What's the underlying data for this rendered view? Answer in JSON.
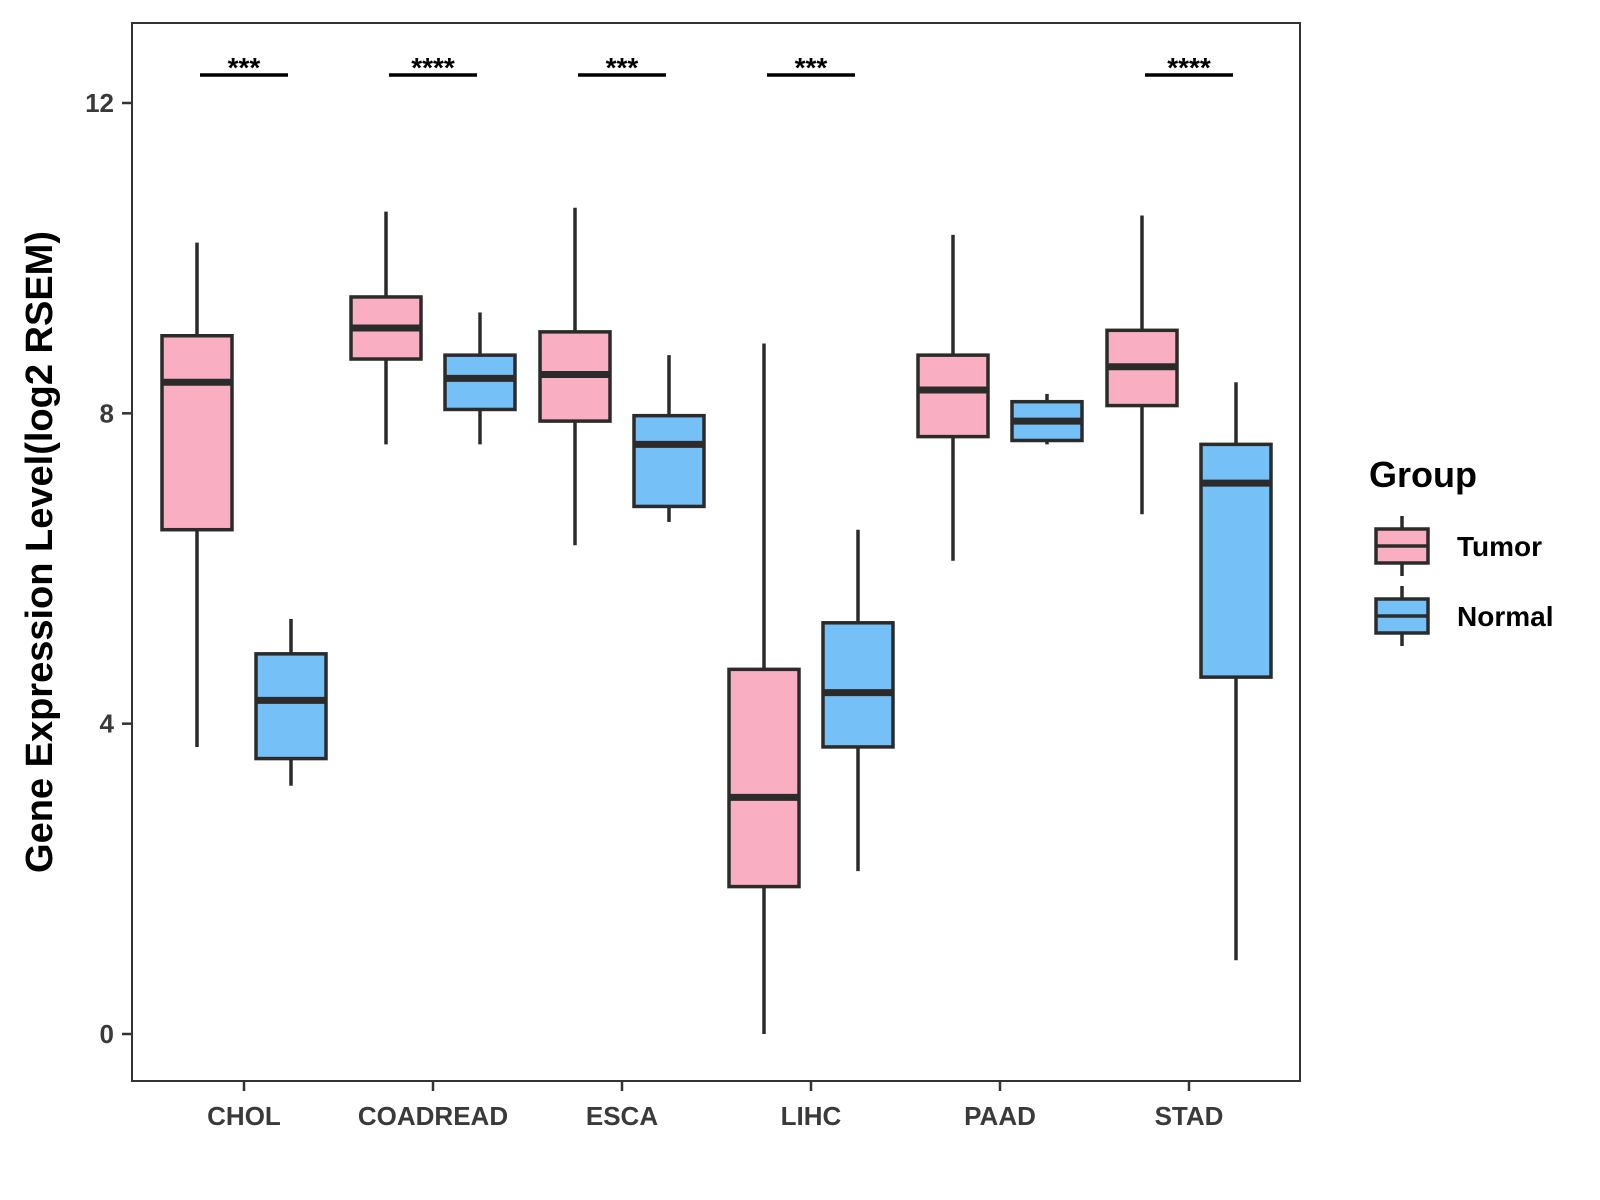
{
  "chart_data": {
    "type": "boxplot",
    "ylabel": "Gene Expression Level(log2 RSEM)",
    "xlabel": "",
    "ylim": [
      -0.6,
      13
    ],
    "yticks": [
      0,
      4,
      8,
      12
    ],
    "ytick_labels": [
      "0",
      "4",
      "8",
      "12"
    ],
    "categories": [
      "CHOL",
      "COADREAD",
      "ESCA",
      "LIHC",
      "PAAD",
      "STAD"
    ],
    "series": [
      {
        "name": "Tumor",
        "color": "#F9AFC1",
        "boxes": [
          {
            "min": 3.7,
            "q1": 6.5,
            "median": 8.4,
            "q3": 9.0,
            "max": 10.2
          },
          {
            "min": 7.6,
            "q1": 8.7,
            "median": 9.1,
            "q3": 9.5,
            "max": 10.6
          },
          {
            "min": 6.3,
            "q1": 7.9,
            "median": 8.5,
            "q3": 9.05,
            "max": 10.65
          },
          {
            "min": 0.0,
            "q1": 1.9,
            "median": 3.05,
            "q3": 4.7,
            "max": 8.9
          },
          {
            "min": 6.1,
            "q1": 7.7,
            "median": 8.3,
            "q3": 8.75,
            "max": 10.3
          },
          {
            "min": 6.7,
            "q1": 8.1,
            "median": 8.6,
            "q3": 9.07,
            "max": 10.55
          }
        ]
      },
      {
        "name": "Normal",
        "color": "#74C0F7",
        "boxes": [
          {
            "min": 3.2,
            "q1": 3.55,
            "median": 4.3,
            "q3": 4.9,
            "max": 5.35
          },
          {
            "min": 7.6,
            "q1": 8.05,
            "median": 8.45,
            "q3": 8.75,
            "max": 9.3
          },
          {
            "min": 6.6,
            "q1": 6.8,
            "median": 7.6,
            "q3": 7.97,
            "max": 8.75
          },
          {
            "min": 2.1,
            "q1": 3.7,
            "median": 4.4,
            "q3": 5.3,
            "max": 6.5
          },
          {
            "min": 7.6,
            "q1": 7.65,
            "median": 7.9,
            "q3": 8.15,
            "max": 8.25
          },
          {
            "min": 0.95,
            "q1": 4.6,
            "median": 7.1,
            "q3": 7.6,
            "max": 8.4
          }
        ]
      }
    ],
    "significance": [
      "***",
      "****",
      "***",
      "***",
      "",
      "****"
    ],
    "legend": {
      "title": "Group",
      "position": "right",
      "entries": [
        "Tumor",
        "Normal"
      ]
    },
    "grid": false
  }
}
